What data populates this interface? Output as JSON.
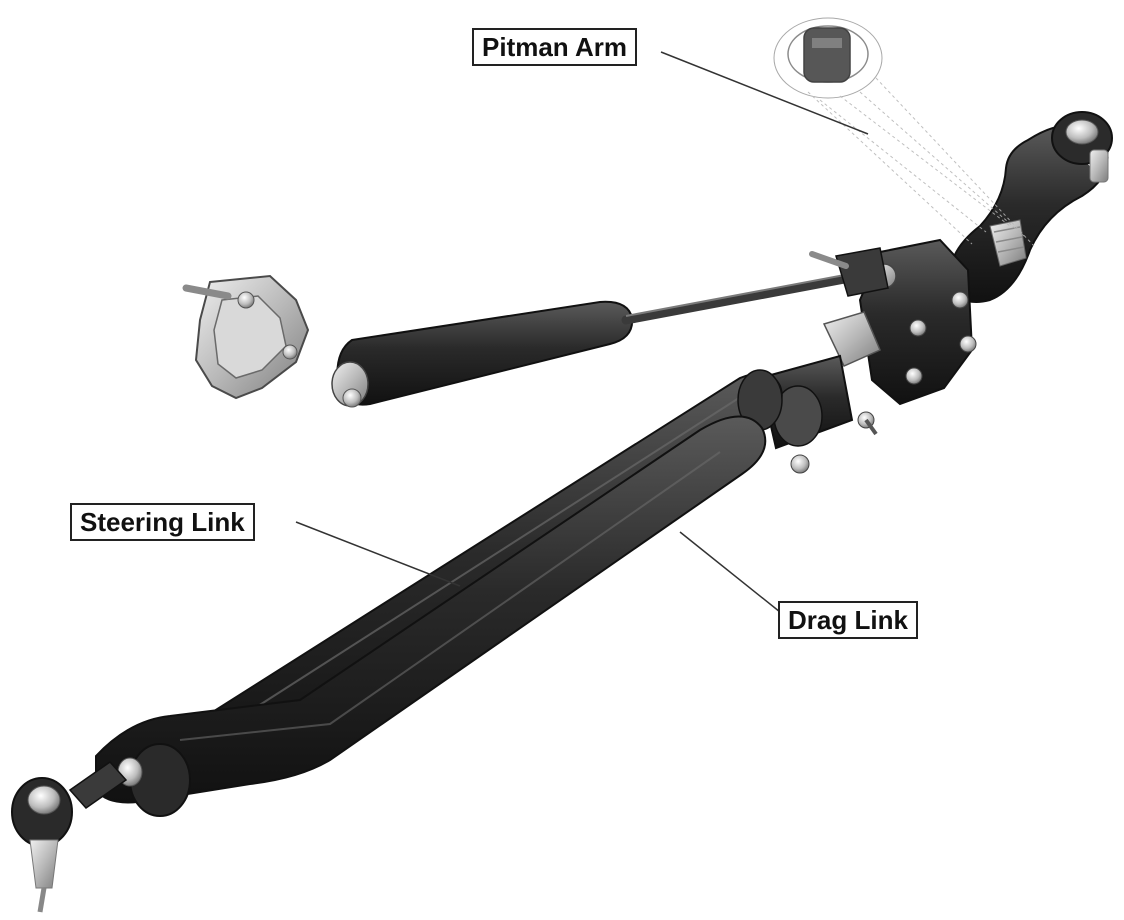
{
  "labels": {
    "pitman_arm": "Pitman Arm",
    "steering_link": "Steering Link",
    "drag_link": "Drag Link"
  },
  "colors": {
    "background": "#ffffff",
    "part_dark": "#2a2a2a",
    "part_mid": "#555555",
    "metal_light": "#cfcfcf",
    "metal_mid": "#9a9a9a",
    "leader_line": "#333333"
  }
}
